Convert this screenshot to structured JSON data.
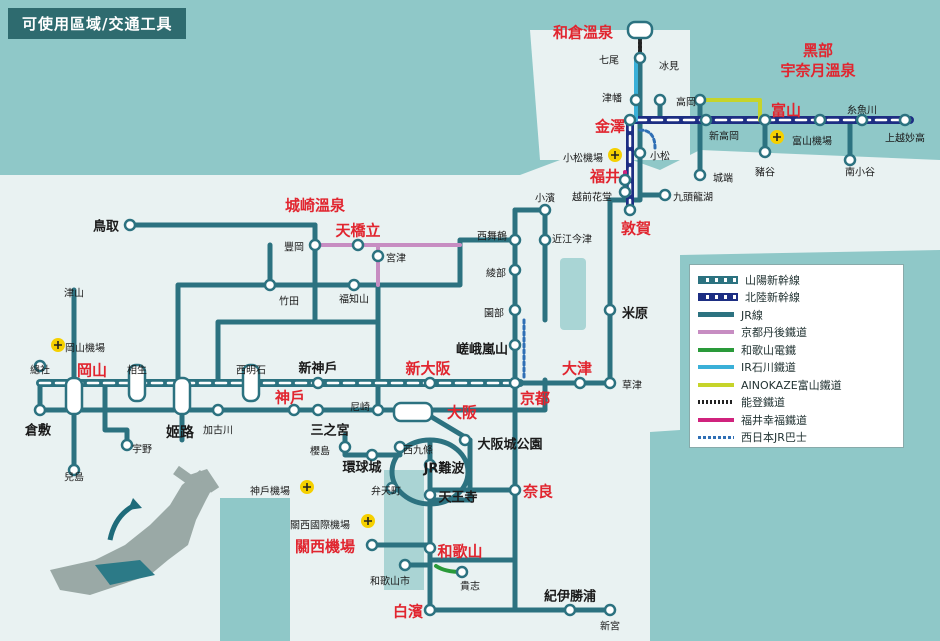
{
  "title": "可使用區域/交通工具",
  "colors": {
    "sea": "#8fc8c8",
    "land": "#e9f2f2",
    "jr": "#2c7280",
    "sanyo_shinkansen": "#2c7280",
    "hokuriku_shinkansen": "#1d2e83",
    "kyoto_tango": "#c78dc2",
    "wakayama": "#2a9a3a",
    "ir_ishikawa": "#3ab0d8",
    "ainokaze": "#c6d42a",
    "noto": "#222222",
    "hapi_line": "#d0237d",
    "jr_bus": "#2f6fb5",
    "highlight_red": "#e1252f"
  },
  "legend": [
    {
      "label": "山陽新幹線",
      "style": "sanyo"
    },
    {
      "label": "北陸新幹線",
      "style": "hokuriku"
    },
    {
      "label": "JR線",
      "style": "jr"
    },
    {
      "label": "京都丹後鐵道",
      "style": "tango"
    },
    {
      "label": "和歌山電鐵",
      "style": "wakayama"
    },
    {
      "label": "IR石川鐵道",
      "style": "ir"
    },
    {
      "label": "AINOKAZE富山鐵道",
      "style": "ainokaze"
    },
    {
      "label": "能登鐵道",
      "style": "noto"
    },
    {
      "label": "福井幸福鐵道",
      "style": "hapi"
    },
    {
      "label": "西日本JR巴士",
      "style": "bus"
    }
  ],
  "stations": {
    "wakura": "和倉溫泉",
    "nanao": "七尾",
    "himi": "冰見",
    "tsubata": "津幡",
    "kanazawa": "金澤",
    "takaoka": "高岡",
    "shintakaoka": "新高岡",
    "johana": "城端",
    "toyama": "富山",
    "toyama_airport": "富山機場",
    "inotani": "豬谷",
    "kurobe": "黑部",
    "unazuki": "宇奈月溫泉",
    "itoigawa": "糸魚川",
    "joetsumyoko": "上越妙高",
    "minamiotari": "南小谷",
    "komatsu_airport": "小松機場",
    "komatsu": "小松",
    "fukui": "福井",
    "echizen": "越前花堂",
    "kuzuryuko": "九頭龍湖",
    "tsuruga": "敦賀",
    "kohama": "小濱",
    "omiimazu": "近江今津",
    "maibara": "米原",
    "kusatsu": "草津",
    "otsu": "大津",
    "kyoto": "京都",
    "arashiyama": "嵯峨嵐山",
    "sonobe": "園部",
    "ayabe": "綾部",
    "nishimaizuru": "西舞鶴",
    "kinosaki": "城崎溫泉",
    "amanohashidate": "天橋立",
    "toyooka": "豐岡",
    "miyazu": "宮津",
    "takeda": "竹田",
    "fukuchiyama": "福知山",
    "tottori": "鳥取",
    "tsuyama": "津山",
    "okayama_airport": "岡山機場",
    "soja": "總社",
    "okayama": "岡山",
    "aioi": "相生",
    "nishiakashi": "西明石",
    "shinkobe": "新神戶",
    "shinosaka": "新大阪",
    "kurashiki": "倉敷",
    "himeji": "姬路",
    "kakogawa": "加古川",
    "kobe": "神戶",
    "amagasaki": "尼崎",
    "osaka": "大阪",
    "sannomiya": "三之宮",
    "uno": "宇野",
    "kojima": "兒島",
    "sakurajima": "櫻島",
    "kankyo": "環球城",
    "nishikujo": "西九條",
    "jrnamba": "JR難波",
    "osakajo": "大阪城公園",
    "bentencho": "弁天町",
    "tennoji": "天王寺",
    "nara": "奈良",
    "kobe_airport": "神戶機場",
    "kix_label": "關西國際機場",
    "kix": "關西機場",
    "wakayama": "和歌山",
    "wakayamashi": "和歌山市",
    "kishi": "貴志",
    "shirahama": "白濱",
    "kiikatsuura": "紀伊勝浦",
    "shingu": "新宮"
  }
}
